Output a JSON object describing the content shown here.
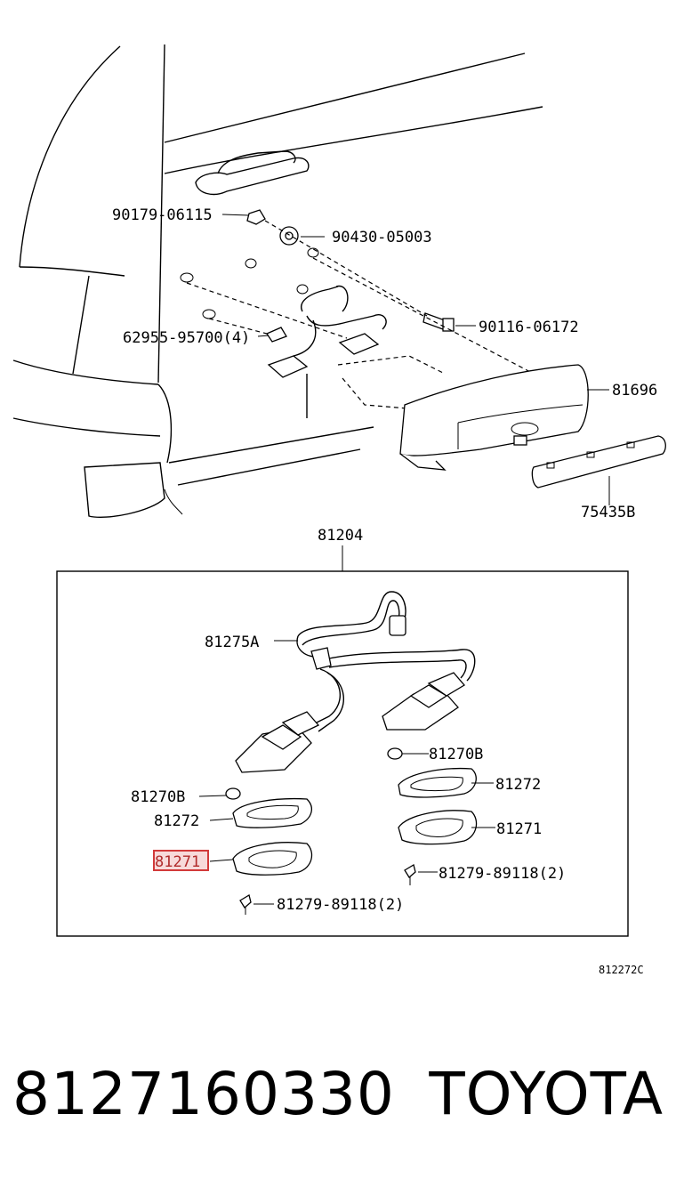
{
  "diagram": {
    "labels": {
      "p90179": "90179-06115",
      "p90430": "90430-05003",
      "p62955": "62955-95700(4)",
      "p90116": "90116-06172",
      "p81696": "81696",
      "p75435": "75435B",
      "p81204": "81204",
      "p81275": "81275A",
      "p81270b_r": "81270B",
      "p81270b_l": "81270B",
      "p81272_r": "81272",
      "p81272_l": "81272",
      "p81271_r": "81271",
      "p81271_l": "81271",
      "p81279_r": "81279-89118(2)",
      "p81279_l": "81279-89118(2)",
      "ref": "812272C"
    },
    "highlight_color": "#d23a3a"
  },
  "footer": {
    "part_number": "8127160330",
    "brand": "TOYOTA"
  }
}
